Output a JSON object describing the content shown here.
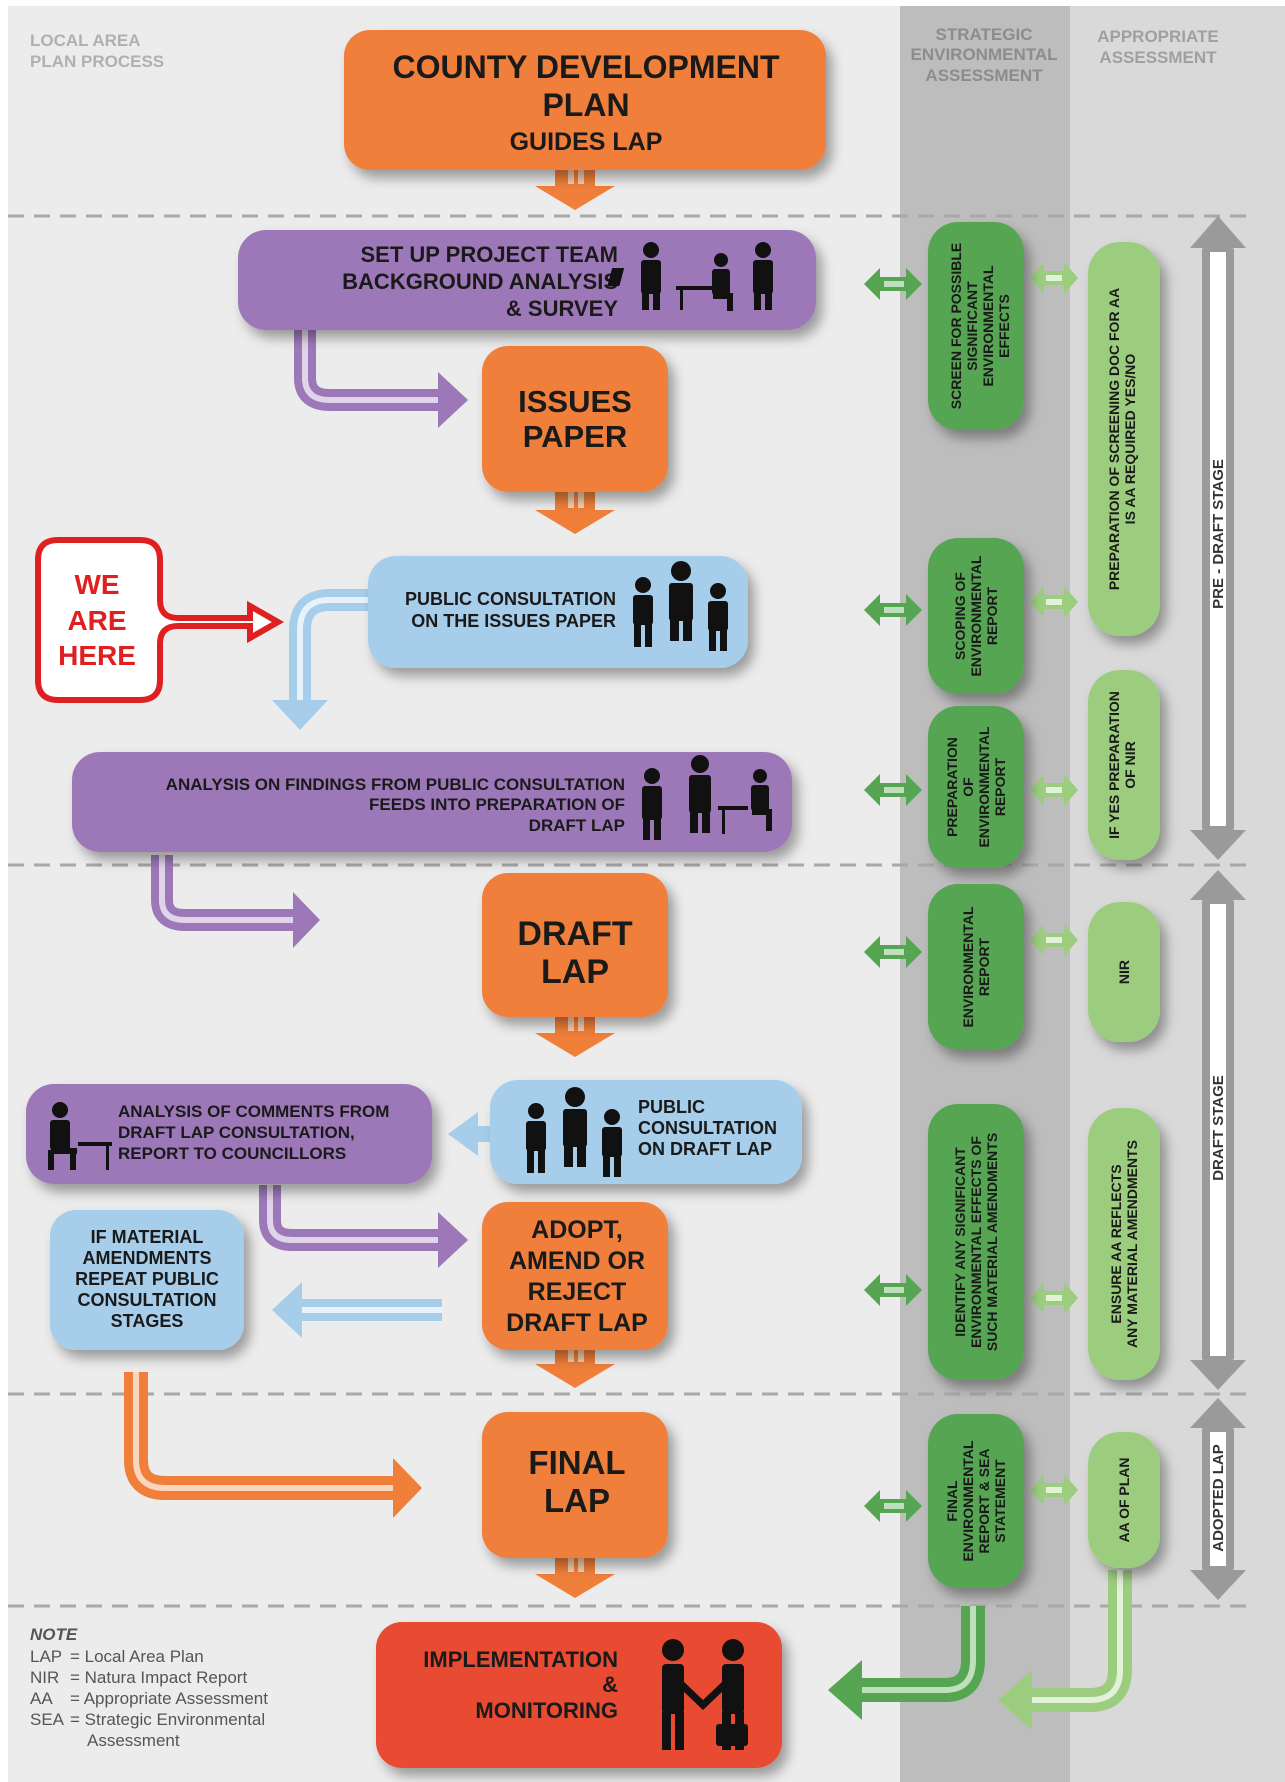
{
  "columns": {
    "process": [
      "LOCAL AREA",
      "PLAN PROCESS"
    ],
    "sea": [
      "STRATEGIC",
      "ENVIRONMENTAL",
      "ASSESSMENT"
    ],
    "aa": [
      "APPROPRIATE",
      "ASSESSMENT"
    ]
  },
  "boxes": {
    "county_plan": [
      "COUNTY DEVELOPMENT",
      "PLAN",
      "GUIDES LAP"
    ],
    "project_team": [
      "SET UP PROJECT TEAM",
      "BACKGROUND ANALYSIS",
      "& SURVEY"
    ],
    "issues_paper": [
      "ISSUES",
      "PAPER"
    ],
    "consult_issues": [
      "PUBLIC CONSULTATION",
      "ON THE ISSUES PAPER"
    ],
    "we_are_here": [
      "WE",
      "ARE",
      "HERE"
    ],
    "analysis_findings": [
      "ANALYSIS ON FINDINGS FROM PUBLIC CONSULTATION",
      "FEEDS INTO PREPARATION OF",
      "DRAFT LAP"
    ],
    "draft_lap": [
      "DRAFT",
      "LAP"
    ],
    "consult_draft": [
      "PUBLIC",
      "CONSULTATION",
      "ON DRAFT LAP"
    ],
    "analysis_comments": [
      "ANALYSIS OF COMMENTS FROM",
      "DRAFT LAP CONSULTATION,",
      "REPORT TO COUNCILLORS"
    ],
    "material_amend": [
      "IF MATERIAL",
      "AMENDMENTS",
      "REPEAT PUBLIC",
      "CONSULTATION",
      "STAGES"
    ],
    "adopt": [
      "ADOPT,",
      "AMEND OR",
      "REJECT",
      "DRAFT LAP"
    ],
    "final_lap": [
      "FINAL",
      "LAP"
    ],
    "implementation": [
      "IMPLEMENTATION",
      "&",
      "MONITORING"
    ]
  },
  "sea_boxes": {
    "screen": [
      "SCREEN FOR POSSIBLE",
      "SIGNIFICANT",
      "ENVIRONMENTAL",
      "EFFECTS"
    ],
    "scoping": [
      "SCOPING OF",
      "ENVIRONMENTAL",
      "REPORT"
    ],
    "prep": [
      "PREPARATION",
      "OF",
      "ENVIRONMENTAL",
      "REPORT"
    ],
    "env_report": [
      "ENVIRONMENTAL",
      "REPORT"
    ],
    "identify": [
      "IDENTIFY ANY SIGNIFICANT",
      "ENVIRONMENTAL EFFECTS OF",
      "SUCH MATERIAL AMENDMENTS"
    ],
    "final_env": [
      "FINAL",
      "ENVIRONMENTAL",
      "REPORT & SEA",
      "STATEMENT"
    ]
  },
  "aa_boxes": {
    "screening_doc": [
      "PREPARATION OF SCREENING DOC FOR AA",
      "IS AA REQUIRED YES/NO"
    ],
    "nir_prep": [
      "IF YES PREPARATION",
      "OF NIR"
    ],
    "nir": [
      "NIR"
    ],
    "ensure": [
      "ENSURE AA REFLECTS",
      "ANY MATERIAL AMENDMENTS"
    ],
    "aa_plan": [
      "AA OF PLAN"
    ]
  },
  "stages": {
    "pre_draft": "PRE - DRAFT STAGE",
    "draft": "DRAFT STAGE",
    "adopted": "ADOPTED LAP"
  },
  "note": {
    "title": "NOTE",
    "lines": [
      {
        "abbr": "LAP",
        "def": "= Local Area Plan"
      },
      {
        "abbr": "NIR",
        "def": "= Natura Impact Report"
      },
      {
        "abbr": "AA",
        "def": "= Appropriate Assessment"
      },
      {
        "abbr": "SEA",
        "def": "= Strategic Environmental"
      },
      {
        "abbr": "",
        "def": "Assessment"
      }
    ]
  },
  "colors": {
    "orange": "#f07f3a",
    "purple": "#9d78b8",
    "light_blue": "#a6cdea",
    "dark_green": "#56a553",
    "light_green": "#9ccd7f",
    "red_box": "#e84c33",
    "callout_red": "#e02020",
    "grey_col": "#bdbdbd",
    "light_grey_col": "#d9d9d9",
    "bg": "#ececec"
  }
}
